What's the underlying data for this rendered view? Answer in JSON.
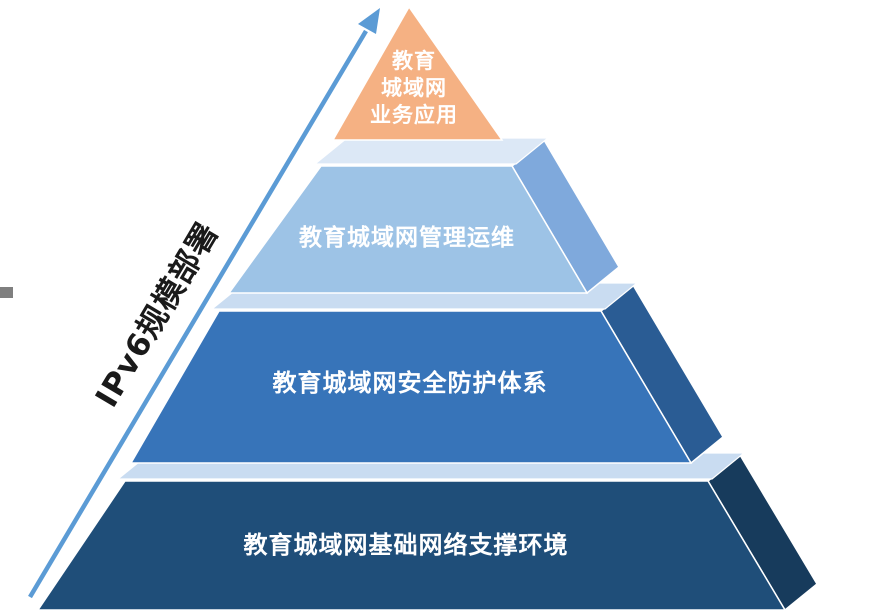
{
  "diagram": {
    "arrow_label": "IPv6规模部署",
    "apex_layer": {
      "lines": [
        "教育",
        "城域网",
        "业务应用"
      ]
    },
    "layers": [
      {
        "label": "教育城域网管理运维"
      },
      {
        "label": "教育城域网安全防护体系"
      },
      {
        "label": "教育城域网基础网络支撑环境"
      }
    ]
  },
  "colors": {
    "arrow": "#5B9BD5",
    "apex_fill": "#F5B183",
    "layer2_front": "#9DC3E6",
    "layer2_side": "#7FA9DC",
    "layer3_front": "#3774B9",
    "layer3_side": "#2A5C94",
    "layer4_front": "#1F4E79",
    "layer4_side": "#173B5C",
    "band_light": "#DCE8F6",
    "band_mid": "#C9DCF1",
    "edge_marker": "#7F7F7F"
  }
}
